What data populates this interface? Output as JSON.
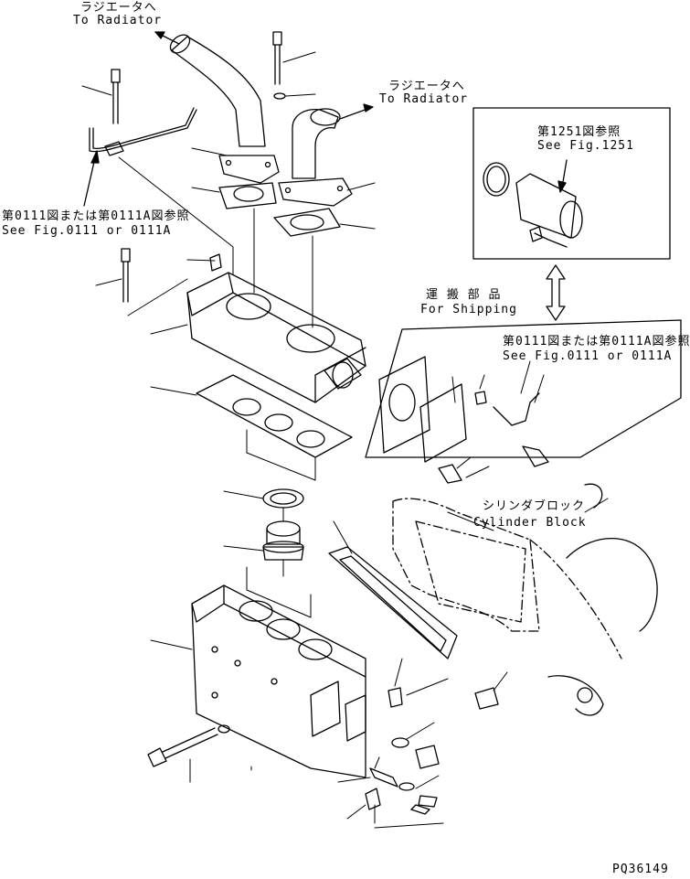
{
  "labels": {
    "radiator_left_jp": "ラジエータへ",
    "radiator_left_en": "To Radiator",
    "radiator_right_jp": "ラジエータへ",
    "radiator_right_en": "To Radiator",
    "ref_1251_jp": "第1251図参照",
    "ref_1251_en": "See Fig.1251",
    "ref_0111_left_jp": "第0111図または第0111A図参照",
    "ref_0111_left_en": "See Fig.0111 or 0111A",
    "shipping_jp": "運 搬 部 品",
    "shipping_en": "For Shipping",
    "ref_0111_right_jp": "第0111図または第0111A図参照",
    "ref_0111_right_en": "See Fig.0111 or 0111A",
    "cylinder_block_jp": "シリンダブロック",
    "cylinder_block_en": "Cylinder Block",
    "figure_code": "PQ36149"
  }
}
